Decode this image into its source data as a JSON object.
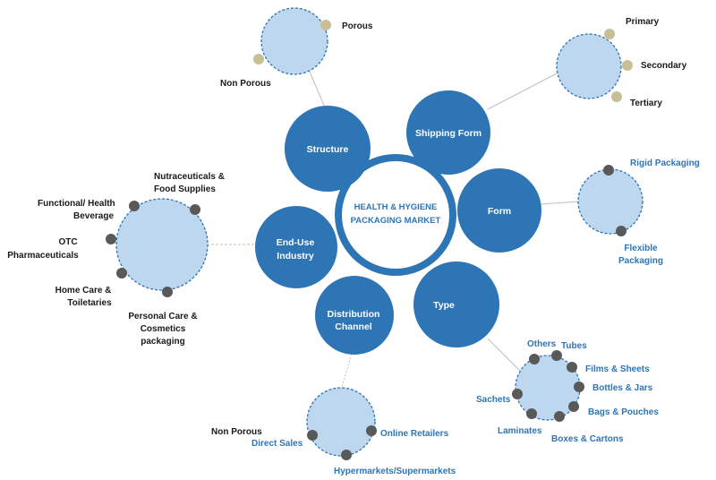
{
  "colors": {
    "segment_fill": "#2e75b6",
    "hub_ring": "#2e75b6",
    "sub_circle_fill": "#bdd7ee",
    "sub_circle_border": "#2e75b6",
    "dot_gray": "#595959",
    "dot_tan": "#c9bf96",
    "connector": "#bfbfbf",
    "label_dark": "#1a1a1a",
    "label_blue": "#2e75b6"
  },
  "center": {
    "title_line1": "HEALTH & HYGIENE",
    "title_line2": "PACKAGING MARKET"
  },
  "segments": {
    "structure": "Structure",
    "shipping_form": "Shipping Form",
    "form": "Form",
    "type": "Type",
    "distribution_line1": "Distribution",
    "distribution_line2": "Channel",
    "enduse_line1": "End-Use",
    "enduse_line2": "Industry"
  },
  "structure": {
    "porous": "Porous",
    "non_porous": "Non Porous"
  },
  "shipping": {
    "primary": "Primary",
    "secondary": "Secondary",
    "tertiary": "Tertiary"
  },
  "form": {
    "rigid": "Rigid Packaging",
    "flexible_line1": "Flexible",
    "flexible_line2": "Packaging"
  },
  "type": {
    "others": "Others",
    "tubes": "Tubes",
    "films": "Films & Sheets",
    "bottles": "Bottles & Jars",
    "bags": "Bags & Pouches",
    "boxes": "Boxes & Cartons",
    "laminates": "Laminates",
    "sachets": "Sachets"
  },
  "distribution": {
    "non_porous": "Non Porous",
    "direct_sales": "Direct Sales",
    "online_retailers": "Online Retailers",
    "hypermarkets": "Hypermarkets/Supermarkets"
  },
  "enduse": {
    "nutra_line1": "Nutraceuticals &",
    "nutra_line2": "Food Supplies",
    "functional_line1": "Functional/ Health",
    "functional_line2": "Beverage",
    "otc_line1": "OTC",
    "otc_line2": "Pharmaceuticals",
    "homecare_line1": "Home Care &",
    "homecare_line2": "Toiletaries",
    "personal_line1": "Personal Care &",
    "personal_line2": "Cosmetics",
    "personal_line3": "packaging"
  }
}
